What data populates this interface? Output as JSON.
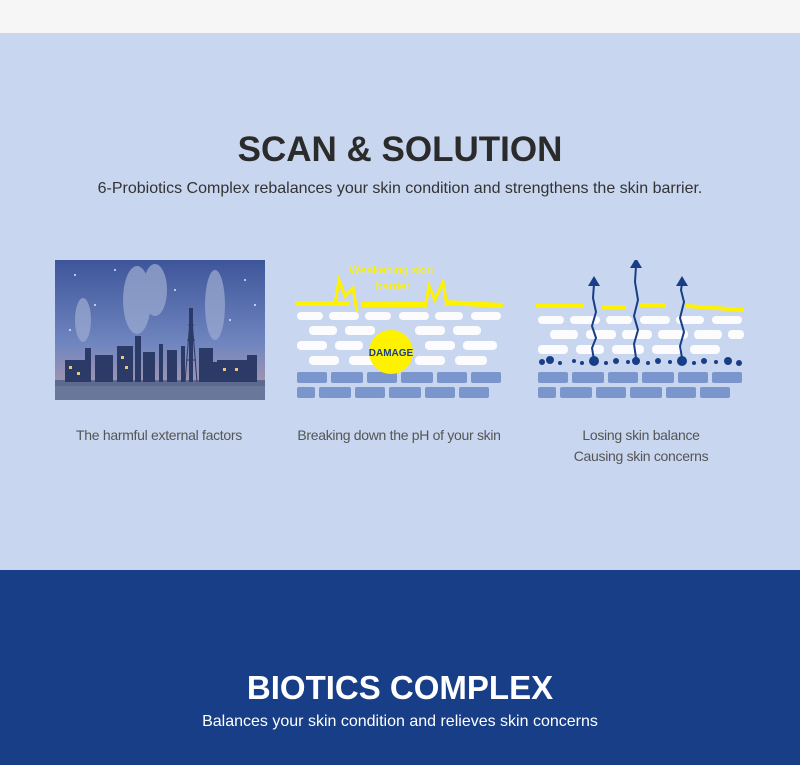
{
  "scan": {
    "title": "SCAN & SOLUTION",
    "subtitle": "6-Probiotics Complex rebalances your skin condition and strengthens the skin barrier."
  },
  "panels": [
    {
      "caption_lines": [
        "The harmful external factors"
      ],
      "image": "factory-pollution-illustration"
    },
    {
      "caption_lines": [
        "Breaking down the pH of your skin"
      ],
      "image": "skin-barrier-damage-illustration",
      "labels": {
        "weakening_line1": "Weakening skin",
        "weakening_line2": "barrier",
        "damage": "DAMAGE"
      }
    },
    {
      "caption_lines": [
        "Losing skin balance",
        "Causing skin concerns"
      ],
      "image": "skin-moisture-loss-illustration"
    }
  ],
  "biotics": {
    "title": "BIOTICS COMPLEX",
    "subtitle": "Balances your skin condition and relieves skin concerns"
  },
  "colors": {
    "section_bg": "#c8d6ef",
    "dark_section_bg": "#173e86",
    "accent_yellow": "#fff200",
    "cell_blue": "#7b96cd",
    "arrow_navy": "#173e86"
  }
}
